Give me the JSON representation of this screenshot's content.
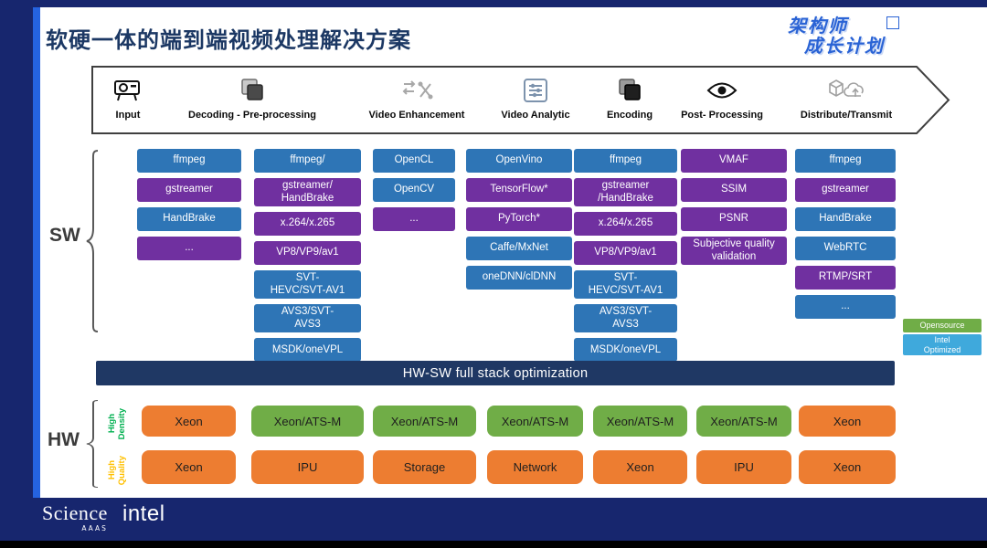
{
  "colors": {
    "blue": "#2e75b6",
    "purple": "#7030a0",
    "green": "#70ad47",
    "orange": "#ed7d31",
    "navy": "#1f3864",
    "legend_blue": "#3fa9dc",
    "hd_green": "#00b050",
    "hq_orange": "#ffc000"
  },
  "slide": {
    "title": "软硬一体的端到端视频处理解决方案"
  },
  "logo": {
    "line1": "架构师",
    "line2": "成长计划"
  },
  "pipeline": {
    "stages": [
      {
        "label": "Input",
        "icon": "projector-icon"
      },
      {
        "label": "Decoding - Pre-processing",
        "icon": "layers-icon"
      },
      {
        "label": "Video Enhancement",
        "icon": "enhance-icon"
      },
      {
        "label": "Video Analytic",
        "icon": "sliders-icon"
      },
      {
        "label": "Encoding",
        "icon": "encode-layers-icon"
      },
      {
        "label": "Post- Processing",
        "icon": "eye-icon"
      },
      {
        "label": "Distribute/Transmit",
        "icon": "cube-cloud-icon"
      }
    ]
  },
  "sw": {
    "label": "SW",
    "columns": [
      {
        "items": [
          {
            "text": "ffmpeg",
            "color": "blue"
          },
          {
            "text": "gstreamer",
            "color": "purple"
          },
          {
            "text": "HandBrake",
            "color": "blue"
          },
          {
            "text": "...",
            "color": "purple"
          }
        ]
      },
      {
        "items": [
          {
            "text": "ffmpeg/",
            "color": "blue"
          },
          {
            "text": "gstreamer/\nHandBrake",
            "color": "purple"
          },
          {
            "text": "x.264/x.265",
            "color": "purple"
          },
          {
            "text": "VP8/VP9/av1",
            "color": "purple"
          },
          {
            "text": "SVT-\nHEVC/SVT-AV1",
            "color": "blue"
          },
          {
            "text": "AVS3/SVT-\nAVS3",
            "color": "blue"
          },
          {
            "text": "MSDK/oneVPL",
            "color": "blue"
          }
        ]
      },
      {
        "items": [
          {
            "text": "OpenCL",
            "color": "blue"
          },
          {
            "text": "OpenCV",
            "color": "blue"
          },
          {
            "text": "...",
            "color": "purple"
          }
        ]
      },
      {
        "items": [
          {
            "text": "OpenVino",
            "color": "blue"
          },
          {
            "text": "TensorFlow*",
            "color": "purple"
          },
          {
            "text": "PyTorch*",
            "color": "purple"
          },
          {
            "text": "Caffe/MxNet",
            "color": "blue"
          },
          {
            "text": "oneDNN/clDNN",
            "color": "blue"
          }
        ]
      },
      {
        "items": [
          {
            "text": "ffmpeg",
            "color": "blue"
          },
          {
            "text": "gstreamer\n/HandBrake",
            "color": "purple"
          },
          {
            "text": "x.264/x.265",
            "color": "purple"
          },
          {
            "text": "VP8/VP9/av1",
            "color": "purple"
          },
          {
            "text": "SVT-\nHEVC/SVT-AV1",
            "color": "blue"
          },
          {
            "text": "AVS3/SVT-\nAVS3",
            "color": "blue"
          },
          {
            "text": "MSDK/oneVPL",
            "color": "blue"
          }
        ]
      },
      {
        "items": [
          {
            "text": "VMAF",
            "color": "purple"
          },
          {
            "text": "SSIM",
            "color": "purple"
          },
          {
            "text": "PSNR",
            "color": "purple"
          },
          {
            "text": "Subjective quality\nvalidation",
            "color": "purple"
          }
        ]
      },
      {
        "items": [
          {
            "text": "ffmpeg",
            "color": "blue"
          },
          {
            "text": "gstreamer",
            "color": "purple"
          },
          {
            "text": "HandBrake",
            "color": "blue"
          },
          {
            "text": "WebRTC",
            "color": "blue"
          },
          {
            "text": "RTMP/SRT",
            "color": "purple"
          },
          {
            "text": "...",
            "color": "blue"
          }
        ]
      }
    ]
  },
  "legend": {
    "items": [
      {
        "text": "Opensource",
        "color": "green"
      },
      {
        "text": "Intel\nOptimized",
        "color": "legend_blue"
      }
    ]
  },
  "banner": {
    "text": "HW-SW full stack optimization"
  },
  "hw": {
    "label": "HW",
    "rows": [
      {
        "side_label": "High Density",
        "side_color": "hd_green",
        "items": [
          {
            "text": "Xeon",
            "color": "orange"
          },
          {
            "text": "Xeon/ATS-M",
            "color": "green"
          },
          {
            "text": "Xeon/ATS-M",
            "color": "green"
          },
          {
            "text": "Xeon/ATS-M",
            "color": "green"
          },
          {
            "text": "Xeon/ATS-M",
            "color": "green"
          },
          {
            "text": "Xeon/ATS-M",
            "color": "green"
          },
          {
            "text": "Xeon",
            "color": "orange"
          }
        ]
      },
      {
        "side_label": "High Quality",
        "side_color": "hq_orange",
        "items": [
          {
            "text": "Xeon",
            "color": "orange"
          },
          {
            "text": "IPU",
            "color": "orange"
          },
          {
            "text": "Storage",
            "color": "orange"
          },
          {
            "text": "Network",
            "color": "orange"
          },
          {
            "text": "Xeon",
            "color": "orange"
          },
          {
            "text": "IPU",
            "color": "orange"
          },
          {
            "text": "Xeon",
            "color": "orange"
          }
        ]
      }
    ]
  },
  "footer": {
    "science": "Science",
    "aaas": "AAAS",
    "intel": "intel"
  }
}
